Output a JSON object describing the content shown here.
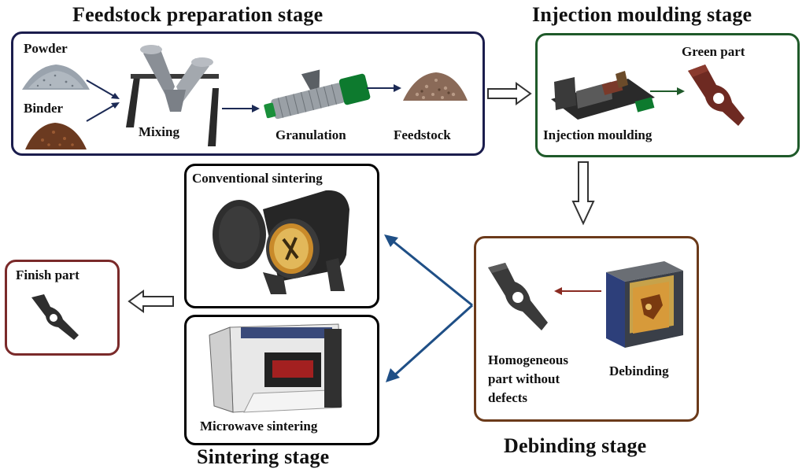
{
  "stages": {
    "feedstock": {
      "title": "Feedstock preparation stage",
      "labels": {
        "powder": "Powder",
        "binder": "Binder",
        "mixing": "Mixing",
        "granulation": "Granulation",
        "feedstock": "Feedstock"
      }
    },
    "injection": {
      "title": "Injection moulding stage",
      "labels": {
        "green_part": "Green part",
        "injection_moulding": "Injection moulding"
      }
    },
    "debinding": {
      "title": "Debinding stage",
      "labels": {
        "homogeneous_line1": "Homogeneous",
        "homogeneous_line2": "part without",
        "homogeneous_line3": "defects",
        "debinding": "Debinding"
      }
    },
    "sintering": {
      "title": "Sintering stage",
      "labels": {
        "conventional": "Conventional sintering",
        "microwave": "Microwave sintering"
      }
    },
    "finish": {
      "label": "Finish part"
    }
  },
  "colors": {
    "feedstock_border": "#1b1d4d",
    "injection_border": "#1f5a2a",
    "debinding_border": "#6b3a1a",
    "finish_border": "#7a2a2a",
    "arrow_blue": "#1f4f86",
    "arrow_dark": "#1c2a55",
    "arrow_red": "#8a2b22"
  },
  "icons": [
    "powder-pile-icon",
    "binder-pile-icon",
    "v-mixer-icon",
    "granulator-icon",
    "feedstock-pile-icon",
    "injection-machine-icon",
    "green-part-icon",
    "debinding-oven-icon",
    "homogeneous-part-icon",
    "conventional-furnace-icon",
    "microwave-furnace-icon",
    "finish-part-icon"
  ]
}
